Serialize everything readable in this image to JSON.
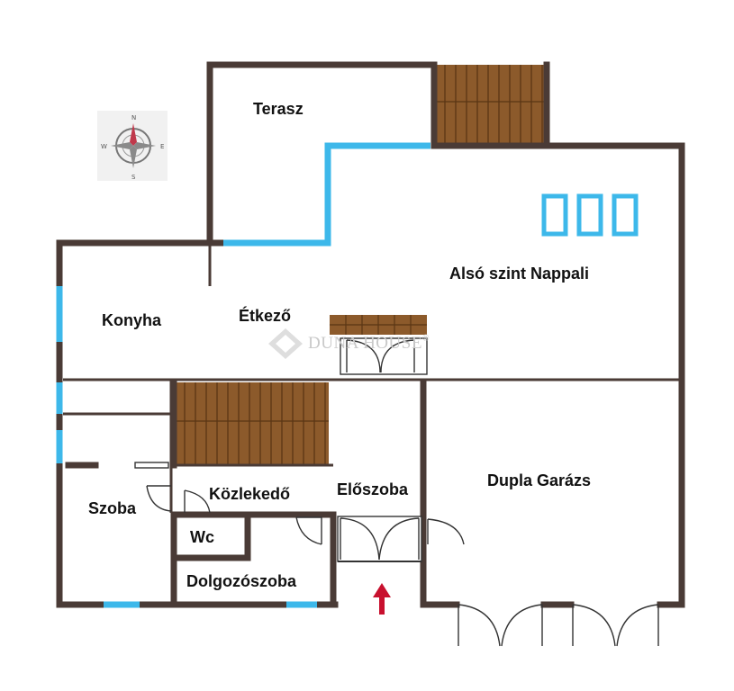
{
  "rooms": {
    "terasz": "Terasz",
    "nappali": "Alsó szint Nappali",
    "konyha": "Konyha",
    "etkezo": "Étkező",
    "szoba": "Szoba",
    "kozlekedo": "Közlekedő",
    "eloszoba": "Előszoba",
    "wc": "Wc",
    "dolgozoszoba": "Dolgozószoba",
    "garazs": "Dupla Garázs"
  },
  "compass": {
    "n": "N",
    "s": "S",
    "e": "E",
    "w": "W"
  },
  "watermark": {
    "brand": "DUNA HOUSE",
    "registered": "®"
  },
  "colors": {
    "wall": "#4a3b36",
    "window": "#3db8ea",
    "stair": "#8c5a2b",
    "arrow": "#c8102e",
    "line": "#222222"
  }
}
